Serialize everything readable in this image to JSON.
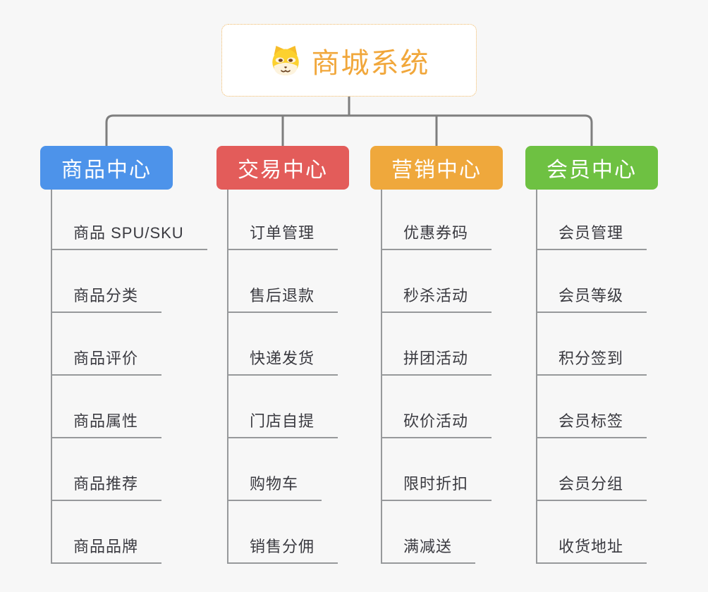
{
  "page": {
    "background": "#f7f7f7",
    "connector_color": "#7e7e7e",
    "leaf_line_color": "#97999b",
    "leaf_text_color": "#3a3a40"
  },
  "root": {
    "title": "商城系统",
    "icon": "dog-face-icon",
    "text_color": "#f1a73b",
    "border_color": "#eeb763"
  },
  "branches": [
    {
      "label": "商品中心",
      "color": "#4d93ea",
      "children": [
        "商品 SPU/SKU",
        "商品分类",
        "商品评价",
        "商品属性",
        "商品推荐",
        "商品品牌"
      ]
    },
    {
      "label": "交易中心",
      "color": "#e35c5a",
      "children": [
        "订单管理",
        "售后退款",
        "快递发货",
        "门店自提",
        "购物车",
        "销售分佣"
      ]
    },
    {
      "label": "营销中心",
      "color": "#efa83c",
      "children": [
        "优惠券码",
        "秒杀活动",
        "拼团活动",
        "砍价活动",
        "限时折扣",
        "满减送"
      ]
    },
    {
      "label": "会员中心",
      "color": "#6ec142",
      "children": [
        "会员管理",
        "会员等级",
        "积分签到",
        "会员标签",
        "会员分组",
        "收货地址"
      ]
    }
  ]
}
